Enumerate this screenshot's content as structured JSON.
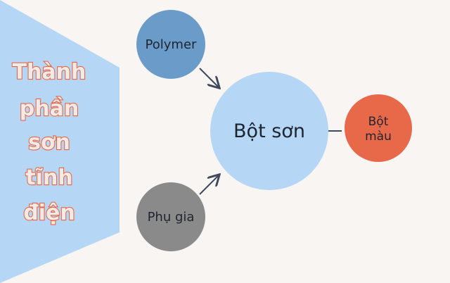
{
  "title": {
    "lines": [
      "Thành",
      "phần",
      "sơn",
      "tĩnh",
      "điện"
    ]
  },
  "nodes": {
    "polymer": {
      "label": "Polymer"
    },
    "phu_gia": {
      "label": "Phụ gia"
    },
    "bot_son": {
      "label": "Bột sơn"
    },
    "bot_mau": {
      "lines": [
        "Bột",
        "màu"
      ]
    }
  },
  "colors": {
    "background": "#f8f5f2",
    "title_panel": "#b5d6f4",
    "title_text": "#e8694a",
    "polymer": "#6b9cc9",
    "phu_gia": "#8a8a8a",
    "bot_son": "#b5d6f4",
    "bot_mau": "#e8694a",
    "connector": "#3d4a5c"
  }
}
